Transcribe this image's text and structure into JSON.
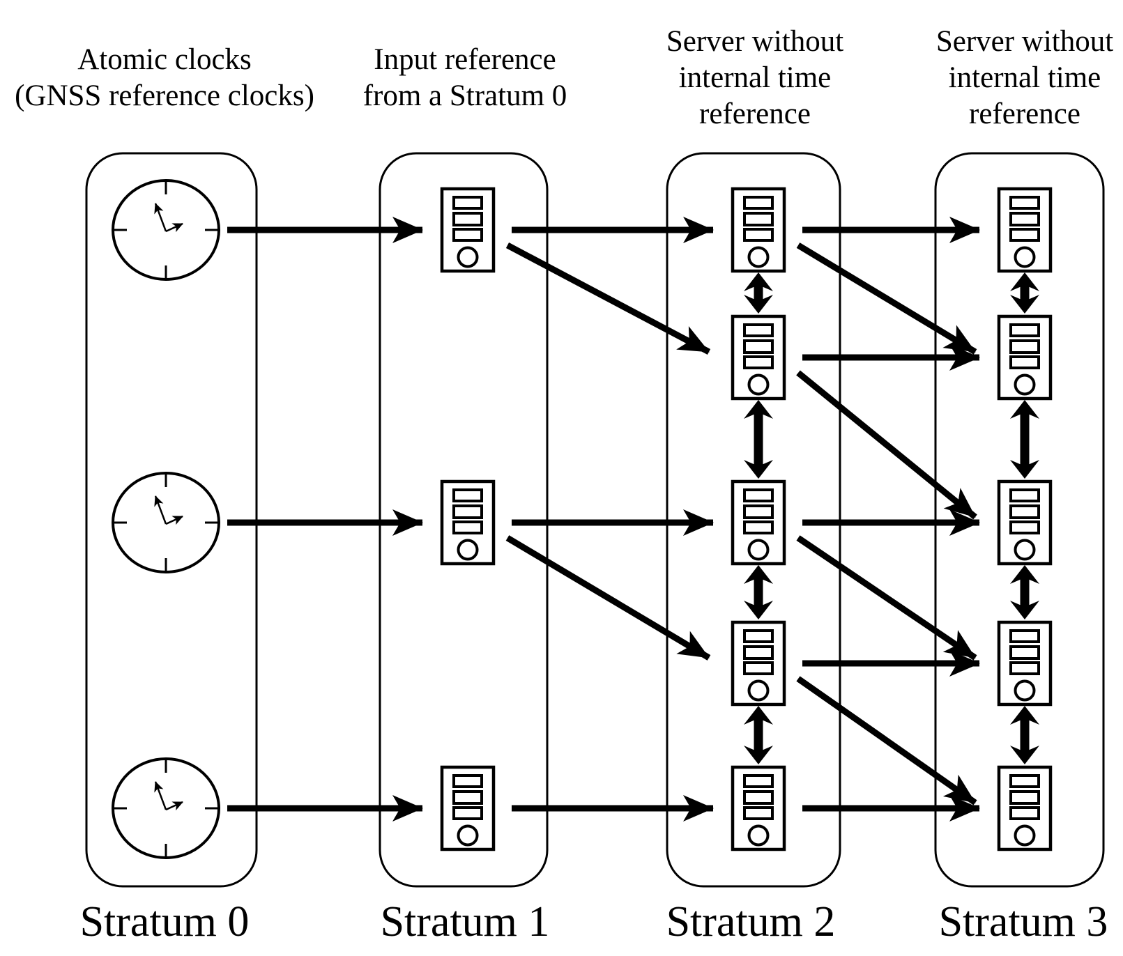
{
  "diagram": {
    "columns": [
      {
        "id": "stratum-0",
        "header_lines": [
          "Atomic clocks",
          "(GNSS reference clocks)"
        ],
        "footer": "Stratum 0",
        "node_type": "clock",
        "node_count": 3
      },
      {
        "id": "stratum-1",
        "header_lines": [
          "Input reference",
          "from a Stratum 0"
        ],
        "footer": "Stratum 1",
        "node_type": "server",
        "node_count": 3
      },
      {
        "id": "stratum-2",
        "header_lines": [
          "Server without",
          "internal time",
          "reference"
        ],
        "footer": "Stratum 2",
        "node_type": "server",
        "node_count": 5
      },
      {
        "id": "stratum-3",
        "header_lines": [
          "Server without",
          "internal time",
          "reference"
        ],
        "footer": "Stratum 3",
        "node_type": "server",
        "node_count": 5
      }
    ],
    "edges": [
      {
        "from": [
          0,
          0
        ],
        "to": [
          1,
          0
        ],
        "kind": "feed"
      },
      {
        "from": [
          0,
          1
        ],
        "to": [
          1,
          1
        ],
        "kind": "feed"
      },
      {
        "from": [
          0,
          2
        ],
        "to": [
          1,
          2
        ],
        "kind": "feed"
      },
      {
        "from": [
          1,
          0
        ],
        "to": [
          2,
          0
        ],
        "kind": "feed"
      },
      {
        "from": [
          1,
          0
        ],
        "to": [
          2,
          1
        ],
        "kind": "feed"
      },
      {
        "from": [
          1,
          1
        ],
        "to": [
          2,
          2
        ],
        "kind": "feed"
      },
      {
        "from": [
          1,
          1
        ],
        "to": [
          2,
          3
        ],
        "kind": "feed"
      },
      {
        "from": [
          1,
          2
        ],
        "to": [
          2,
          4
        ],
        "kind": "feed"
      },
      {
        "from": [
          2,
          0
        ],
        "to": [
          3,
          0
        ],
        "kind": "feed"
      },
      {
        "from": [
          2,
          0
        ],
        "to": [
          3,
          1
        ],
        "kind": "feed"
      },
      {
        "from": [
          2,
          1
        ],
        "to": [
          3,
          1
        ],
        "kind": "feed"
      },
      {
        "from": [
          2,
          1
        ],
        "to": [
          3,
          2
        ],
        "kind": "feed"
      },
      {
        "from": [
          2,
          2
        ],
        "to": [
          3,
          2
        ],
        "kind": "feed"
      },
      {
        "from": [
          2,
          2
        ],
        "to": [
          3,
          3
        ],
        "kind": "feed"
      },
      {
        "from": [
          2,
          3
        ],
        "to": [
          3,
          3
        ],
        "kind": "feed"
      },
      {
        "from": [
          2,
          3
        ],
        "to": [
          3,
          4
        ],
        "kind": "feed"
      },
      {
        "from": [
          2,
          4
        ],
        "to": [
          3,
          4
        ],
        "kind": "feed"
      },
      {
        "from": [
          2,
          0
        ],
        "to": [
          2,
          1
        ],
        "kind": "peer"
      },
      {
        "from": [
          2,
          1
        ],
        "to": [
          2,
          2
        ],
        "kind": "peer"
      },
      {
        "from": [
          2,
          2
        ],
        "to": [
          2,
          3
        ],
        "kind": "peer"
      },
      {
        "from": [
          2,
          3
        ],
        "to": [
          2,
          4
        ],
        "kind": "peer"
      },
      {
        "from": [
          3,
          0
        ],
        "to": [
          3,
          1
        ],
        "kind": "peer"
      },
      {
        "from": [
          3,
          1
        ],
        "to": [
          3,
          2
        ],
        "kind": "peer"
      },
      {
        "from": [
          3,
          2
        ],
        "to": [
          3,
          3
        ],
        "kind": "peer"
      },
      {
        "from": [
          3,
          3
        ],
        "to": [
          3,
          4
        ],
        "kind": "peer"
      }
    ],
    "colors": {
      "ink": "#000000",
      "background": "#ffffff"
    }
  }
}
